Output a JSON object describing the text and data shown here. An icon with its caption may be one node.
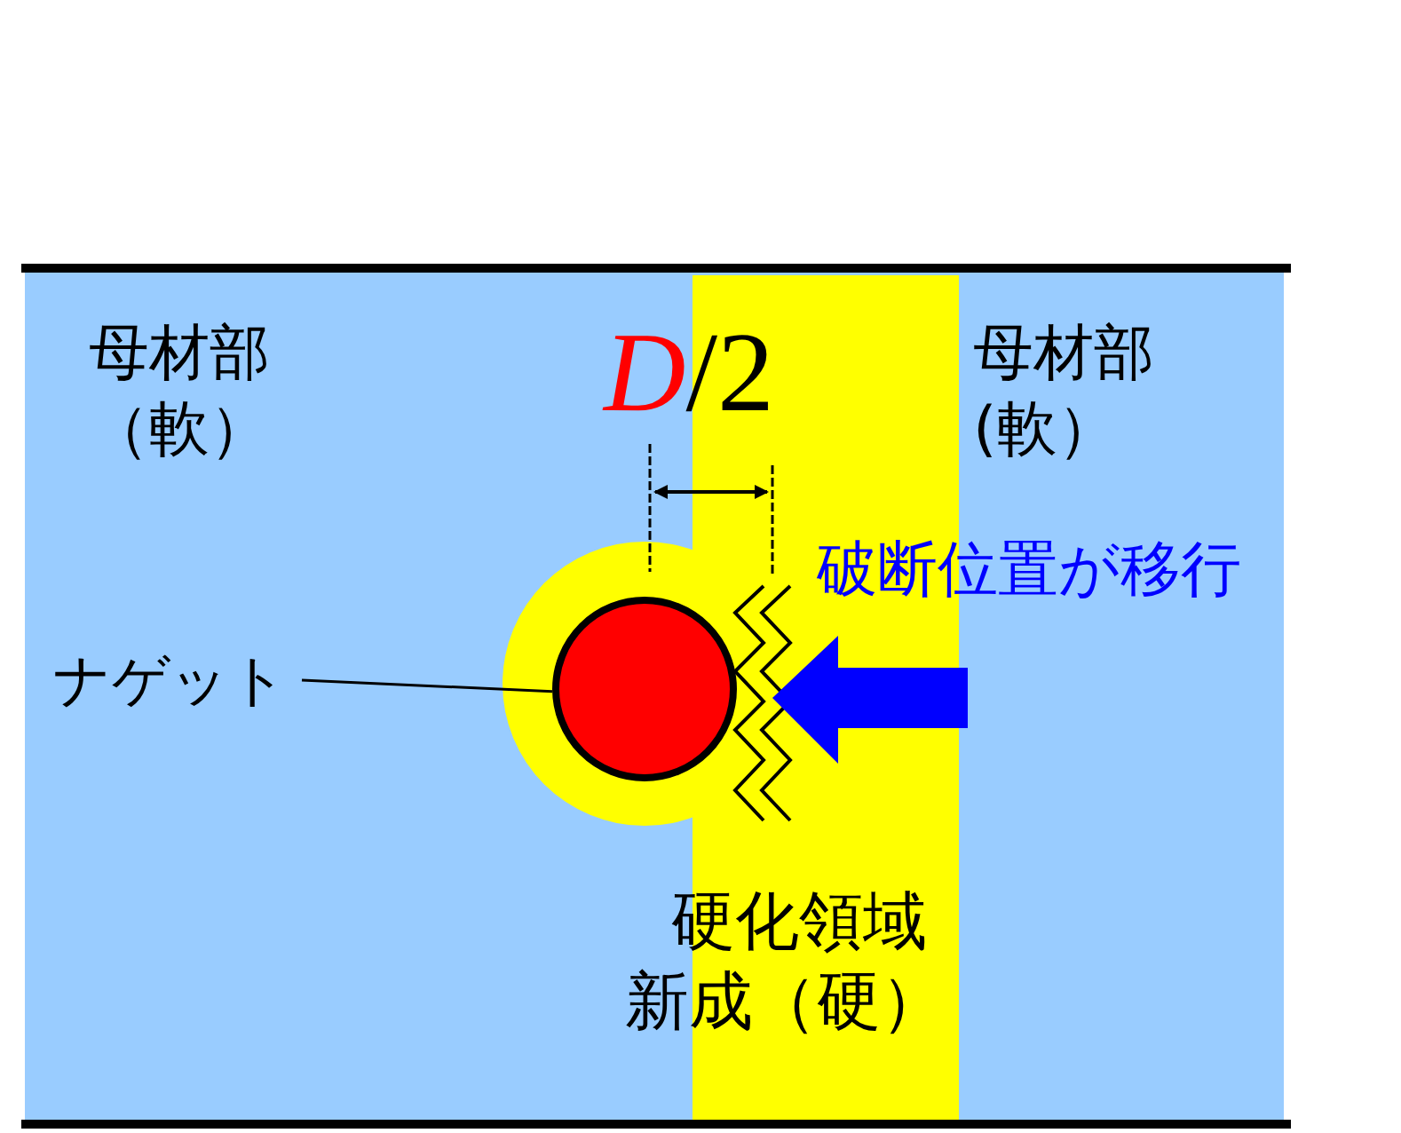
{
  "diagram": {
    "nodes": [
      {
        "text": [
          "ナゲット"
        ]
      },
      {
        "text": [],
        "shape": "circle"
      }
    ],
    "edges": [
      {
        "from": 0,
        "to": 1,
        "arrow": "none"
      }
    ],
    "labels": [
      "母材部（軟）",
      "*D*/2",
      "母材部(軟）",
      "破断位置が移行",
      "硬化領域新成（硬）"
    ]
  }
}
